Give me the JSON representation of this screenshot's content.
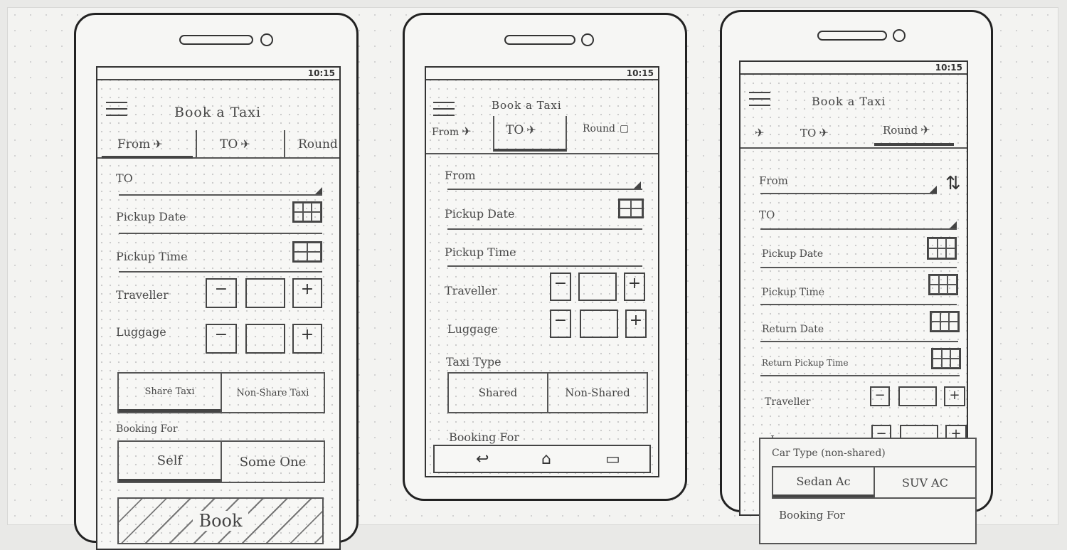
{
  "phone1": {
    "time": "10:15",
    "title": "Book a Taxi",
    "tabs": [
      "From",
      "TO",
      "Round"
    ],
    "fields": {
      "to": "TO",
      "pickup_date": "Pickup Date",
      "pickup_time": "Pickup Time",
      "traveller": "Traveller",
      "luggage": "Luggage"
    },
    "taxi_type": {
      "shared": "Share Taxi",
      "non_shared": "Non-Share Taxi"
    },
    "booking_for": {
      "label": "Booking For",
      "self": "Self",
      "someone": "Some One"
    },
    "book": "Book"
  },
  "phone2": {
    "time": "10:15",
    "title": "Book a Taxi",
    "tabs": [
      "From",
      "TO",
      "Round"
    ],
    "fields": {
      "from": "From",
      "pickup_date": "Pickup Date",
      "pickup_time": "Pickup Time",
      "traveller": "Traveller",
      "luggage": "Luggage"
    },
    "taxi_type": {
      "label": "Taxi Type",
      "shared": "Shared",
      "non_shared": "Non-Shared"
    },
    "booking_for": {
      "label": "Booking For"
    }
  },
  "phone3": {
    "time": "10:15",
    "title": "Book a Taxi",
    "tabs": [
      "TO",
      "Round"
    ],
    "fields": {
      "from": "From",
      "to": "TO",
      "pickup_date": "Pickup Date",
      "pickup_time": "Pickup Time",
      "return_date": "Return Date",
      "return_pickup_time": "Return Pickup Time",
      "traveller": "Traveller",
      "luggage": "Luggage"
    },
    "car_type": {
      "label": "Car Type (non-shared)",
      "sedan": "Sedan Ac",
      "suv": "SUV AC"
    },
    "booking_for": {
      "label": "Booking For"
    }
  },
  "icons": {
    "plane": "✈",
    "minus": "−",
    "plus": "+",
    "back": "↩",
    "home": "⌂",
    "recents": "▭",
    "swap": "⇅"
  }
}
